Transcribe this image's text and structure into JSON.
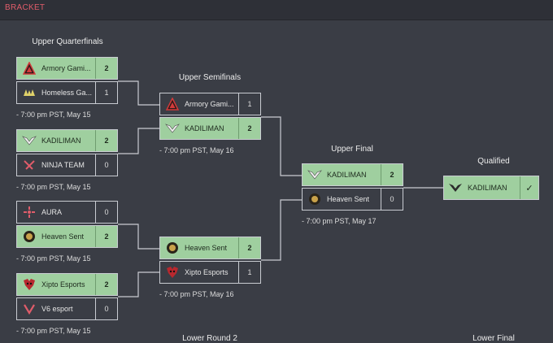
{
  "header": {
    "title": "BRACKET"
  },
  "rounds": {
    "upper_quarterfinals": "Upper Quarterfinals",
    "upper_semifinals": "Upper Semifinals",
    "upper_final": "Upper Final",
    "qualified": "Qualified",
    "lower_round_2": "Lower Round 2",
    "lower_final": "Lower Final"
  },
  "matches": {
    "uq1": {
      "team1": "Armory Gami...",
      "score1": "2",
      "team2": "Homeless Ga...",
      "score2": "1",
      "time": "- 7:00 pm PST, May 15"
    },
    "uq2": {
      "team1": "KADILIMAN",
      "score1": "2",
      "team2": "NINJA TEAM",
      "score2": "0",
      "time": "- 7:00 pm PST, May 15"
    },
    "uq3": {
      "team1": "AURA",
      "score1": "0",
      "team2": "Heaven Sent",
      "score2": "2",
      "time": "- 7:00 pm PST, May 15"
    },
    "uq4": {
      "team1": "Xipto Esports",
      "score1": "2",
      "team2": "V6 esport",
      "score2": "0",
      "time": "- 7:00 pm PST, May 15"
    },
    "us1": {
      "team1": "Armory Gami...",
      "score1": "1",
      "team2": "KADILIMAN",
      "score2": "2",
      "time": "- 7:00 pm PST, May 16"
    },
    "us2": {
      "team1": "Heaven Sent",
      "score1": "2",
      "team2": "Xipto Esports",
      "score2": "1",
      "time": "- 7:00 pm PST, May 16"
    },
    "uf": {
      "team1": "KADILIMAN",
      "score1": "2",
      "team2": "Heaven Sent",
      "score2": "0",
      "time": "- 7:00 pm PST, May 17"
    }
  },
  "qualified": {
    "team": "KADILIMAN",
    "mark": "✓"
  },
  "colors": {
    "win": "#9fcf9f",
    "accent": "#e05c6a",
    "background": "#3a3d45"
  },
  "icons": {
    "armory": "armory-triangle-logo",
    "homeless": "homeless-logo",
    "kadiliman": "kadiliman-wing-logo",
    "ninja": "ninja-team-logo",
    "aura": "aura-logo",
    "heaven": "heaven-sent-logo",
    "xipto": "xipto-esports-logo",
    "v6": "v6-esport-logo"
  }
}
